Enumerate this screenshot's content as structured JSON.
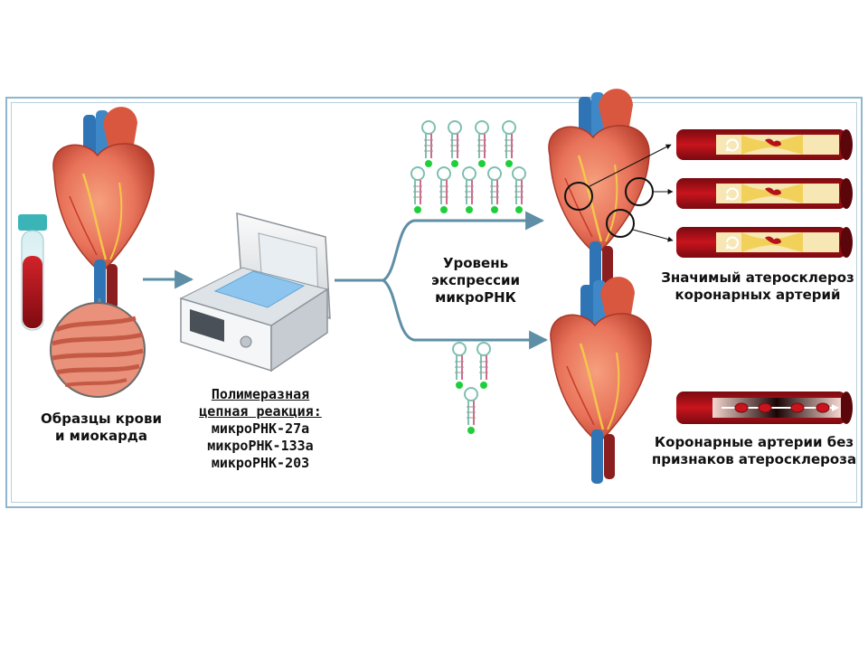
{
  "labels": {
    "samples": [
      "Образцы крови",
      "и миокарда"
    ],
    "pcr_title": [
      "Полимеразная",
      "цепная реакция:"
    ],
    "mirnas": [
      "микроРНК-27а",
      "микроРНК-133а",
      "микроРНК-203"
    ],
    "expression": [
      "Уровень",
      "экспрессии",
      "микроРНК"
    ],
    "significant": [
      "Значимый атеросклероз",
      "коронарных артерий"
    ],
    "no_signs": [
      "Коронарные артерии без",
      "признаков атеросклероза"
    ]
  },
  "colors": {
    "frame": "#8fb6cc",
    "arrow": "#5e8fa6",
    "heart": "#e8735a",
    "vessel_wall": "#b3121b",
    "plaque": "#f2d15a",
    "mirna_probe": "#1fcf3a"
  }
}
